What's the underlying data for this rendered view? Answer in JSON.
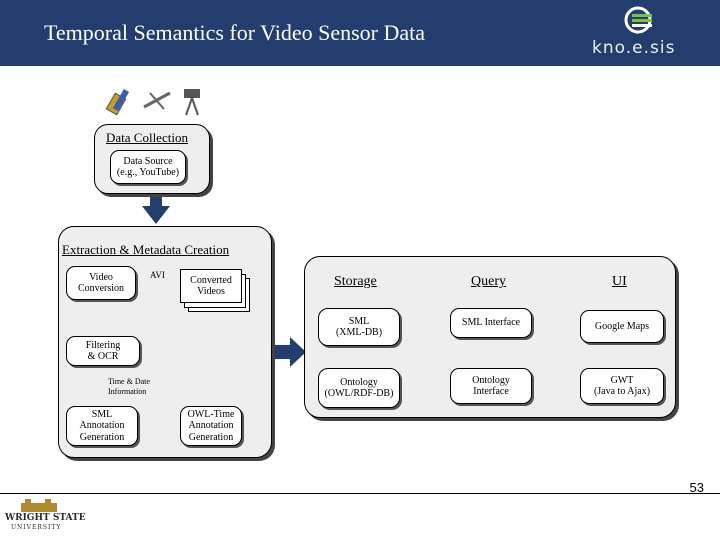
{
  "slide": {
    "title": "Temporal Semantics for Video Sensor Data",
    "page_number": "53"
  },
  "logo": {
    "text": "kno.e.sis"
  },
  "footer_logo": {
    "line1": "WRIGHT STATE",
    "line2": "UNIVERSITY"
  },
  "data_collection": {
    "label": "Data Collection",
    "source": "Data Source\n(e.g., YouTube)"
  },
  "extraction": {
    "label": "Extraction & Metadata Creation",
    "video_conversion": "Video\nConversion",
    "avi": "AVI",
    "converted_videos": "Converted\nVideos",
    "filtering": "Filtering\n& OCR",
    "time_date": "Time & Date\nInformation",
    "sml_annotation": "SML\nAnnotation\nGeneration",
    "owl_time": "OWL-Time\nAnnotation\nGeneration"
  },
  "storage": {
    "label": "Storage",
    "sml": "SML\n(XML-DB)",
    "ontology": "Ontology\n(OWL/RDF-DB)"
  },
  "query": {
    "label": "Query",
    "sml_interface": "SML Interface",
    "ontology_interface": "Ontology\nInterface"
  },
  "ui": {
    "label": "UI",
    "google_maps": "Google Maps",
    "gwt": "GWT\n(Java to Ajax)"
  },
  "colors": {
    "header": "#233e6e",
    "panel": "#eeeeee",
    "arrow": "#233e6e"
  }
}
